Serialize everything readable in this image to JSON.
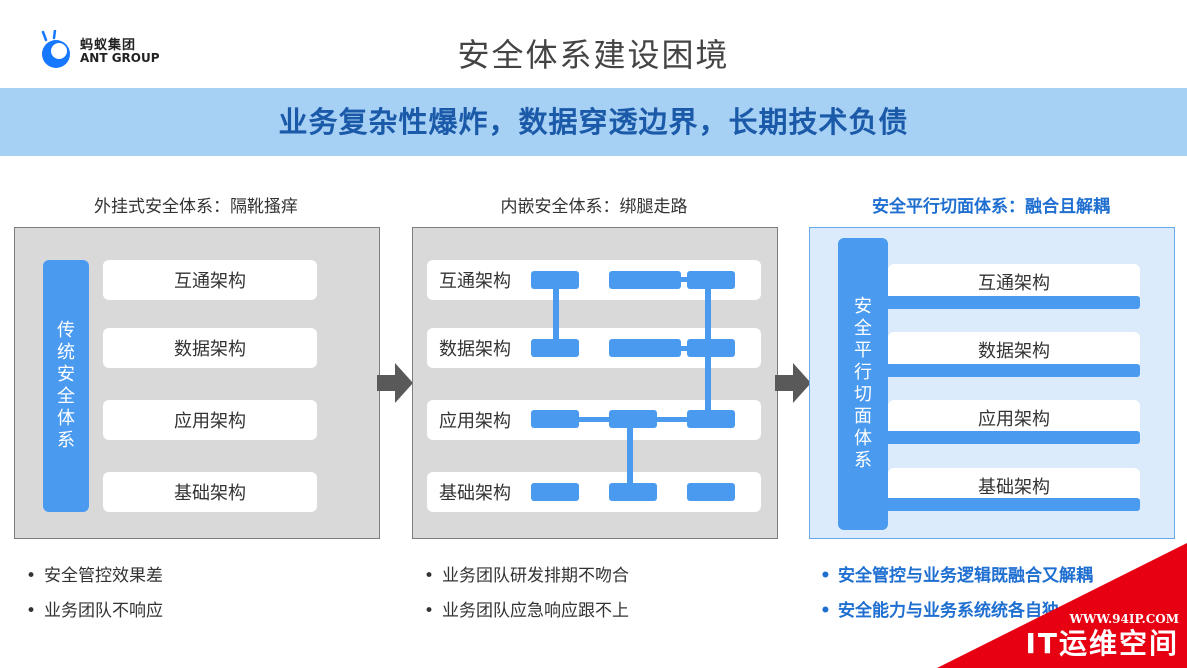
{
  "header": {
    "logo_cn": "蚂蚁集团",
    "logo_en": "ANT GROUP",
    "title": "安全体系建设困境"
  },
  "banner": "业务复杂性爆炸，数据穿透边界，长期技术负债",
  "panels": [
    {
      "title": "外挂式安全体系：隔靴搔痒",
      "side_label": "传统安全体系",
      "layers": [
        "互通架构",
        "数据架构",
        "应用架构",
        "基础架构"
      ]
    },
    {
      "title": "内嵌安全体系：绑腿走路",
      "layers": [
        "互通架构",
        "数据架构",
        "应用架构",
        "基础架构"
      ]
    },
    {
      "title": "安全平行切面体系：融合且解耦",
      "side_label": "安全平行切面体系",
      "layers": [
        "互通架构",
        "数据架构",
        "应用架构",
        "基础架构"
      ]
    }
  ],
  "bullets": [
    [
      "安全管控效果差",
      "业务团队不响应"
    ],
    [
      "业务团队研发排期不吻合",
      "业务团队应急响应跟不上"
    ],
    [
      "安全管控与业务逻辑既融合又解耦",
      "安全能力与业务系统统各自独"
    ]
  ],
  "watermark": {
    "url": "WWW.94IP.COM",
    "name": "IT运维空间"
  },
  "colors": {
    "accent_blue": "#4a9af0",
    "banner_bg": "#a7d0f5",
    "banner_text": "#1b5aa8",
    "highlight_text": "#1f6fd1",
    "watermark_red": "#e60012"
  }
}
